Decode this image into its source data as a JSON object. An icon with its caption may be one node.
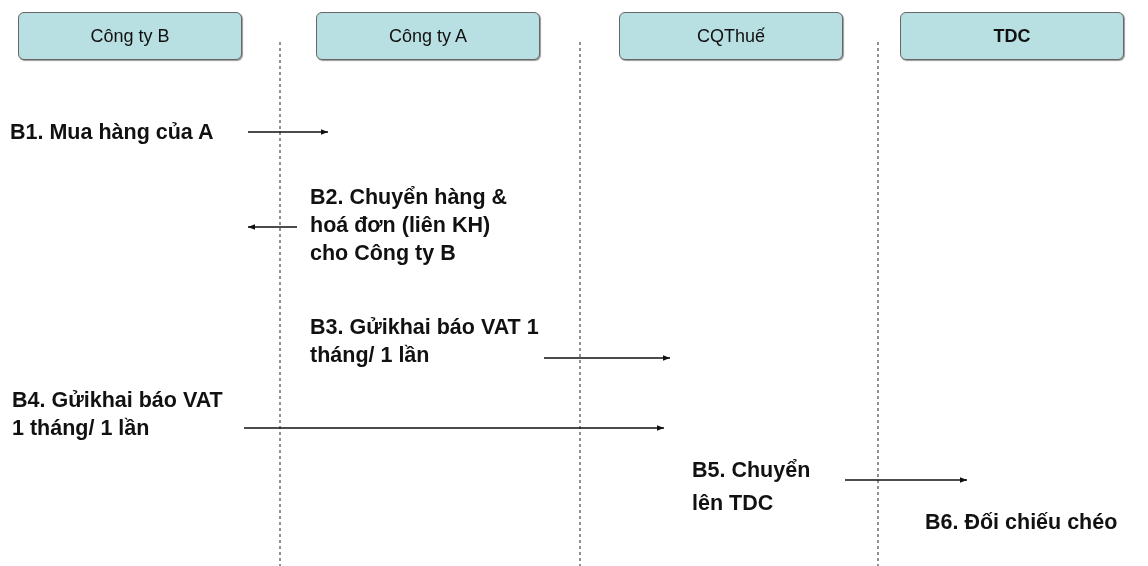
{
  "diagram": {
    "nodes": [
      {
        "text": [
          "Công ty B"
        ]
      },
      {
        "text": [
          "Công ty A"
        ]
      },
      {
        "text": [
          "CQThuế"
        ]
      },
      {
        "text": [
          "TDC"
        ]
      },
      {
        "text": [
          "B1. Mua hàng của A"
        ]
      },
      {
        "text": [
          "B2. Chuyển hàng & hoá đơn (liên KH) cho Công ty B"
        ]
      },
      {
        "text": [
          "B3. Gửikhai báo VAT 1 tháng/ 1 lần"
        ]
      },
      {
        "text": [
          "B4. Gửikhai báo VAT 1 tháng/ 1 lần"
        ]
      },
      {
        "text": [
          "B5. Chuyển lên TDC"
        ]
      }
    ],
    "edges": [
      {
        "from": 4,
        "to": null,
        "arrow": "to"
      },
      {
        "from": 5,
        "to": null,
        "arrow": "to"
      },
      {
        "from": 6,
        "to": null,
        "arrow": "to"
      },
      {
        "from": 7,
        "to": null,
        "arrow": "to"
      },
      {
        "from": 8,
        "to": null,
        "arrow": "to"
      }
    ],
    "labels": [
      "B6. Đối chiếu chéo"
    ]
  }
}
